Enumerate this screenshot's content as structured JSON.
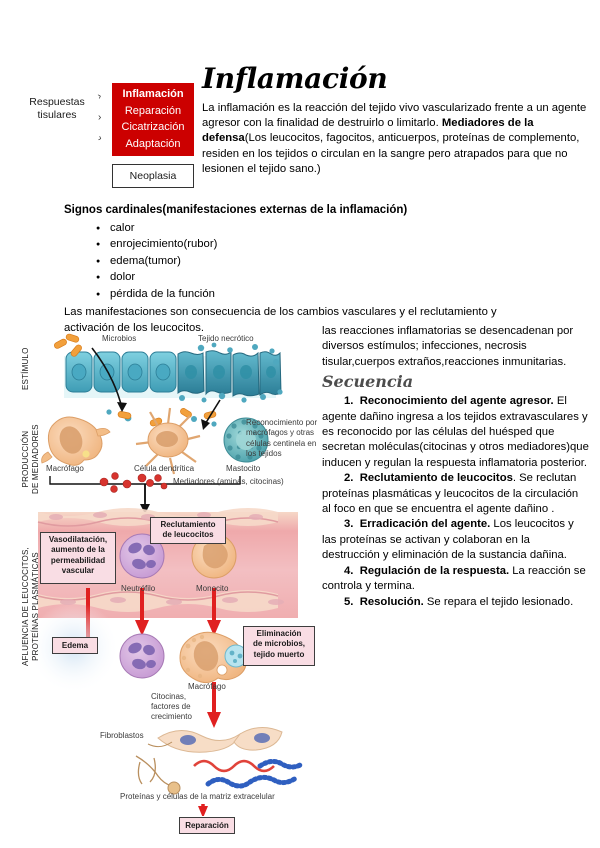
{
  "top": {
    "respuestas_label": "Respuestas tisulares",
    "red_box_lines": [
      "Inflamación",
      "Reparación",
      "Cicatrización",
      "Adaptación"
    ],
    "neoplasia_label": "Neoplasia",
    "title": "Inflamación",
    "intro_part1": "La inflamación es la reacción del tejido vivo vascularizado frente a un agente agresor con la finalidad de destruirlo o limitarlo. ",
    "intro_bold": "Mediadores de la defensa",
    "intro_part2": "(Los leucocitos, fagocitos, anticuerpos, proteínas de complemento, residen en los tejidos o circulan en la sangre pero atrapados para que no lesionen el tejido sano.)",
    "colors": {
      "red_box": "#cc0000",
      "callout_pink": "#f9dde4"
    }
  },
  "signos": {
    "heading": "Signos cardinales(manifestaciones externas de la inflamación)",
    "items": [
      "calor",
      "enrojecimiento(rubor)",
      "edema(tumor)",
      "dolor",
      "pérdida de la función"
    ],
    "tail": "Las manifestaciones son consecuencia de los cambios vasculares y el reclutamiento y activación de los leucocitos."
  },
  "right_column": {
    "intro": "las reacciones inflamatorias se desencadenan por diversos estímulos; infecciones, necrosis tisular,cuerpos extraños,reacciones inmunitarias.",
    "secuencia_heading": "Secuencia",
    "steps": [
      {
        "num": "1.",
        "bold": "Reconocimiento del agente agresor.",
        "text": " El agente dañino ingresa a los tejidos extravasculares y es reconocido por las células del huésped que secretan moléculas(citocinas y otros mediadores)que inducen y regulan la respuesta inflamatoria posterior."
      },
      {
        "num": "2.",
        "bold": "Reclutamiento de leucocitos",
        "text": ". Se reclutan proteínas plasmáticas y leucocitos de la circulación al foco en que se encuentra el agente dañino ."
      },
      {
        "num": "3.",
        "bold": "Erradicación del agente.",
        "text": " Los leucocitos y las proteínas se activan y colaboran en la destrucción y eliminación de la sustancia dañina."
      },
      {
        "num": "4.",
        "bold": "Regulación de la respuesta.",
        "text": " La reacción se controla y termina."
      },
      {
        "num": "5.",
        "bold": "Resolución.",
        "text": " Se repara el tejido lesionado."
      }
    ]
  },
  "diagram": {
    "side_labels": {
      "estimulo": "ESTÍMULO",
      "produccion": "PRODUCCIÓN\nDE MEDIADORES",
      "produccion_l1": "PRODUCCIÓN",
      "produccion_l2": "DE MEDIADORES",
      "afluencia_l1": "AFLUENCIA DE LEUCOCITOS,",
      "afluencia_l2": "PROTEÍNAS PLASMÁTICAS"
    },
    "labels": {
      "microbios": "Microbios",
      "tejido_necrotico": "Tejido necrótico",
      "reconocimiento": "Reconocimiento por macrófagos y otras células centinela en los tejidos",
      "macrofago_top": "Macrófago",
      "celula_dendritica": "Célula dendrítica",
      "mastocito": "Mastocito",
      "mediadores": "Mediadores (aminas, citocinas)",
      "neutrofilo": "Neutrófilo",
      "monocito": "Monocito",
      "macrofago_bottom": "Macrófago",
      "citocinas": "Citocinas, factores de crecimiento",
      "fibroblastos": "Fibroblastos",
      "matriz": "Proteínas y células de la matriz extracelular"
    },
    "callouts": {
      "reclutamiento_l1": "Reclutamiento",
      "reclutamiento_l2": "de leucocitos",
      "vasodilatacion_l1": "Vasodilatación,",
      "vasodilatacion_l2": "aumento de la",
      "vasodilatacion_l3": "permeabilidad",
      "vasodilatacion_l4": "vascular",
      "edema": "Edema",
      "eliminacion_l1": "Eliminación",
      "eliminacion_l2": "de microbios,",
      "eliminacion_l3": "tejido muerto",
      "reparacion": "Reparación"
    }
  }
}
